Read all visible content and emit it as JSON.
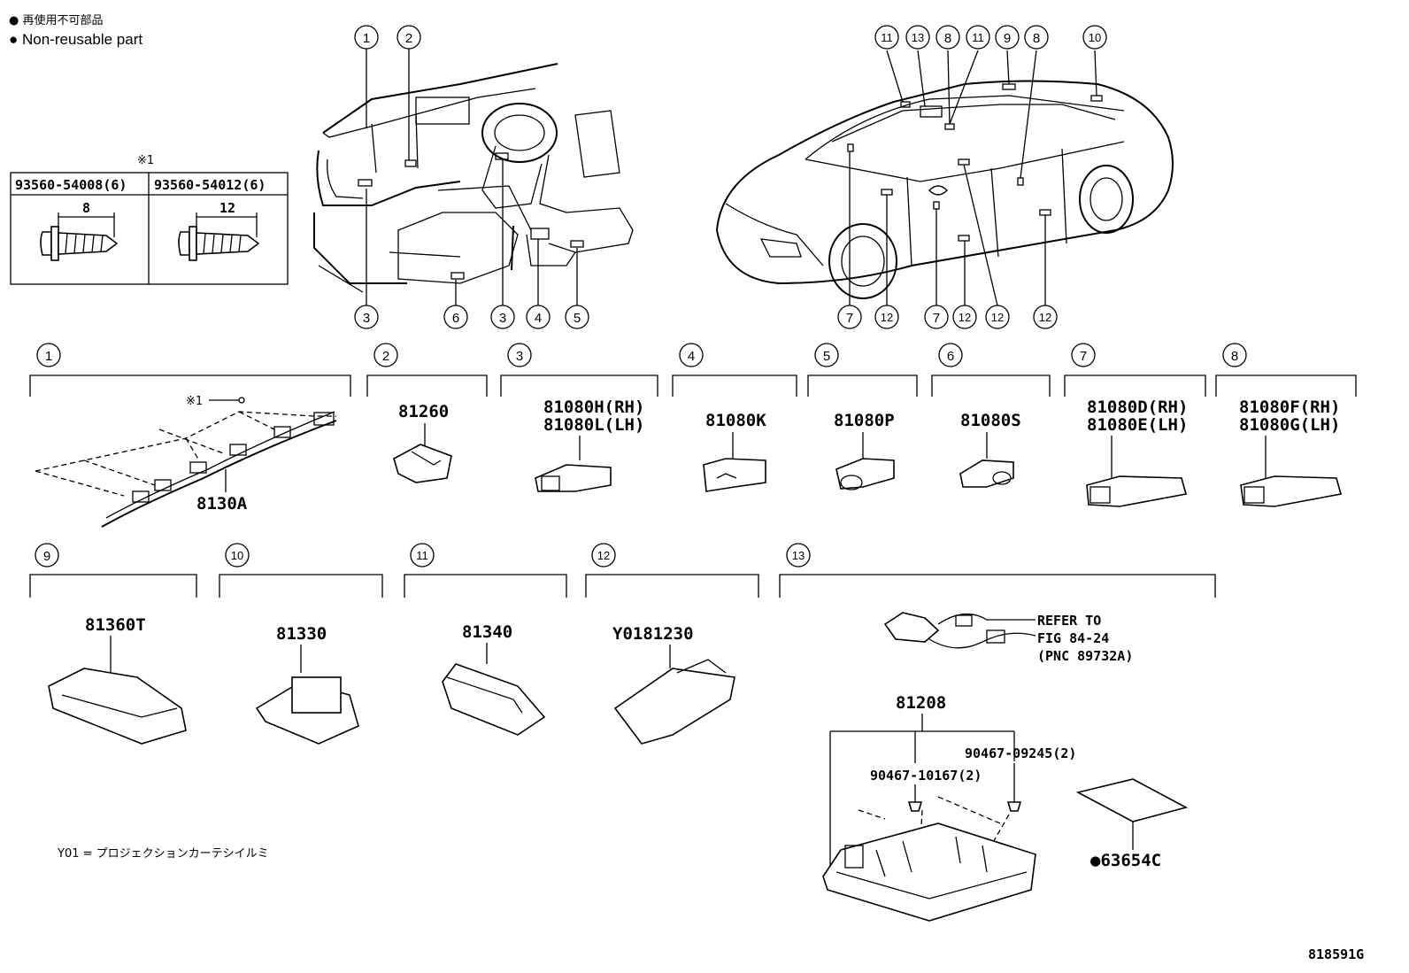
{
  "legend": {
    "bullet": "●",
    "jp_text": "再使用不可部品",
    "en_text": "Non-reusable part"
  },
  "screw_table": {
    "header_note": "※1",
    "columns": [
      {
        "part": "93560-54008(6)",
        "dim": "8"
      },
      {
        "part": "93560-54012(6)",
        "dim": "12"
      }
    ]
  },
  "callout_numbers": [
    "1",
    "2",
    "3",
    "4",
    "5",
    "6",
    "7",
    "8",
    "9",
    "10",
    "11",
    "12",
    "13"
  ],
  "parts": {
    "p1": {
      "num": "1",
      "label": "8130A",
      "note": "※1"
    },
    "p2": {
      "num": "2",
      "label": "81260"
    },
    "p3": {
      "num": "3",
      "label_a": "81080H(RH)",
      "label_b": "81080L(LH)"
    },
    "p4": {
      "num": "4",
      "label": "81080K"
    },
    "p5": {
      "num": "5",
      "label": "81080P"
    },
    "p6": {
      "num": "6",
      "label": "81080S"
    },
    "p7": {
      "num": "7",
      "label_a": "81080D(RH)",
      "label_b": "81080E(LH)"
    },
    "p8": {
      "num": "8",
      "label_a": "81080F(RH)",
      "label_b": "81080G(LH)"
    },
    "p9": {
      "num": "9",
      "label": "81360T"
    },
    "p10": {
      "num": "10",
      "label": "81330"
    },
    "p11": {
      "num": "11",
      "label": "81340"
    },
    "p12": {
      "num": "12",
      "label": "Y0181230"
    },
    "p13": {
      "num": "13",
      "refer_a": "REFER TO",
      "refer_b": "FIG 84-24",
      "refer_c": "(PNC 89732A)",
      "assembly": "81208",
      "screw_a": "90467-10167(2)",
      "screw_b": "90467-09245(2)",
      "pad": "●63654C"
    }
  },
  "footnote": "Y01 = プロジェクションカーテシイルミ",
  "figure_id": "818591G"
}
